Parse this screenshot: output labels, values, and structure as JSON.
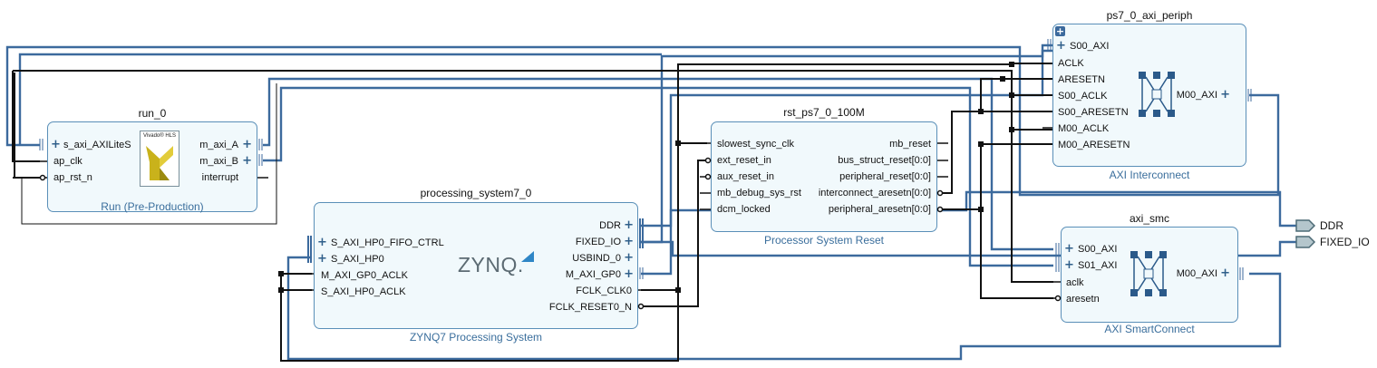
{
  "colors": {
    "bus": "#3c6a9d",
    "wire": "#111111",
    "block_fill": "#f1f9fc",
    "block_border": "#5a8fb8",
    "subtitle": "#3a6e9c"
  },
  "blocks": {
    "run_0": {
      "name": "run_0",
      "subtitle": "Run (Pre-Production)",
      "logo_text": "Vivado® HLS",
      "ports": {
        "s_axi_AXILiteS": "s_axi_AXILiteS",
        "ap_clk": "ap_clk",
        "ap_rst_n": "ap_rst_n",
        "m_axi_A": "m_axi_A",
        "m_axi_B": "m_axi_B",
        "interrupt": "interrupt"
      }
    },
    "processing_system7_0": {
      "name": "processing_system7_0",
      "subtitle": "ZYNQ7 Processing System",
      "logo_text": "ZYNQ.",
      "ports": {
        "S_AXI_HP0_FIFO_CTRL": "S_AXI_HP0_FIFO_CTRL",
        "S_AXI_HP0": "S_AXI_HP0",
        "M_AXI_GP0_ACLK": "M_AXI_GP0_ACLK",
        "S_AXI_HP0_ACLK": "S_AXI_HP0_ACLK",
        "DDR": "DDR",
        "FIXED_IO": "FIXED_IO",
        "USBIND_0": "USBIND_0",
        "M_AXI_GP0": "M_AXI_GP0",
        "FCLK_CLK0": "FCLK_CLK0",
        "FCLK_RESET0_N": "FCLK_RESET0_N"
      }
    },
    "rst_ps7_0_100M": {
      "name": "rst_ps7_0_100M",
      "subtitle": "Processor System Reset",
      "ports": {
        "slowest_sync_clk": "slowest_sync_clk",
        "ext_reset_in": "ext_reset_in",
        "aux_reset_in": "aux_reset_in",
        "mb_debug_sys_rst": "mb_debug_sys_rst",
        "dcm_locked": "dcm_locked",
        "mb_reset": "mb_reset",
        "bus_struct_reset": "bus_struct_reset[0:0]",
        "peripheral_reset": "peripheral_reset[0:0]",
        "interconnect_aresetn": "interconnect_aresetn[0:0]",
        "peripheral_aresetn": "peripheral_aresetn[0:0]"
      }
    },
    "ps7_0_axi_periph": {
      "name": "ps7_0_axi_periph",
      "subtitle": "AXI Interconnect",
      "ports": {
        "S00_AXI": "S00_AXI",
        "ACLK": "ACLK",
        "ARESETN": "ARESETN",
        "S00_ACLK": "S00_ACLK",
        "S00_ARESETN": "S00_ARESETN",
        "M00_ACLK": "M00_ACLK",
        "M00_ARESETN": "M00_ARESETN",
        "M00_AXI": "M00_AXI"
      }
    },
    "axi_smc": {
      "name": "axi_smc",
      "subtitle": "AXI SmartConnect",
      "ports": {
        "S00_AXI": "S00_AXI",
        "S01_AXI": "S01_AXI",
        "aclk": "aclk",
        "aresetn": "aresetn",
        "M00_AXI": "M00_AXI"
      }
    }
  },
  "external_ports": {
    "ddr": "DDR",
    "fixed_io": "FIXED_IO"
  }
}
